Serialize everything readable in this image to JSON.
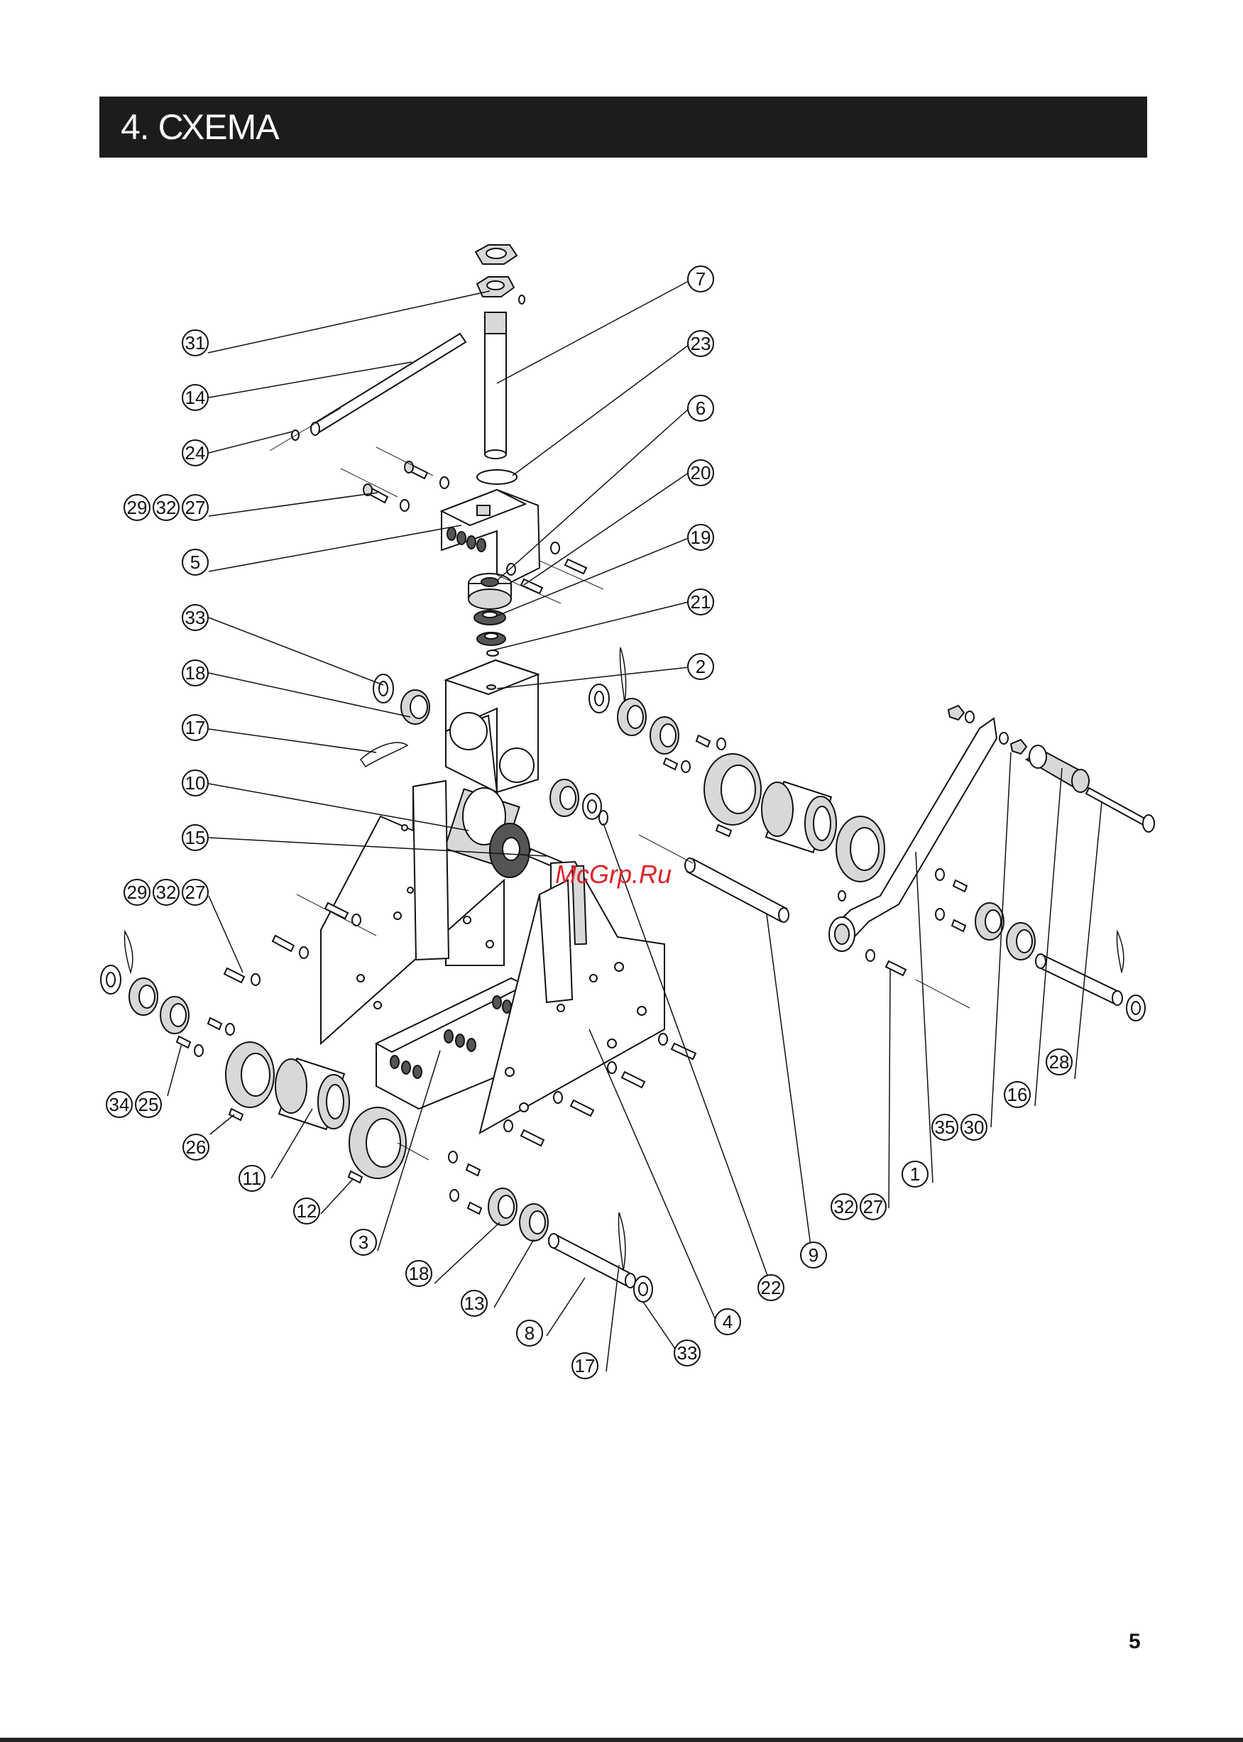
{
  "header": {
    "title": "4. СХЕМА"
  },
  "watermark": {
    "text": "McGrp.Ru",
    "color": "#d9232a"
  },
  "page": {
    "number": "5"
  },
  "callouts": {
    "c1": "1",
    "c2": "2",
    "c3": "3",
    "c4": "4",
    "c5": "5",
    "c6": "6",
    "c7": "7",
    "c8": "8",
    "c9": "9",
    "c10": "10",
    "c11": "11",
    "c12": "12",
    "c13": "13",
    "c14": "14",
    "c15": "15",
    "c16": "16",
    "c17a": "17",
    "c17b": "17",
    "c18a": "18",
    "c18b": "18",
    "c19": "19",
    "c20": "20",
    "c21": "21",
    "c22": "22",
    "c23": "23",
    "c24": "24",
    "c26": "26",
    "c28": "28",
    "c31": "31",
    "c33a": "33",
    "c33b": "33",
    "g1_29": "29",
    "g1_32": "32",
    "g1_27": "27",
    "g2_29": "29",
    "g2_32": "32",
    "g2_27": "27",
    "g3_34": "34",
    "g3_25": "25",
    "g4_35": "35",
    "g4_30": "30",
    "g5_32": "32",
    "g5_27": "27"
  }
}
